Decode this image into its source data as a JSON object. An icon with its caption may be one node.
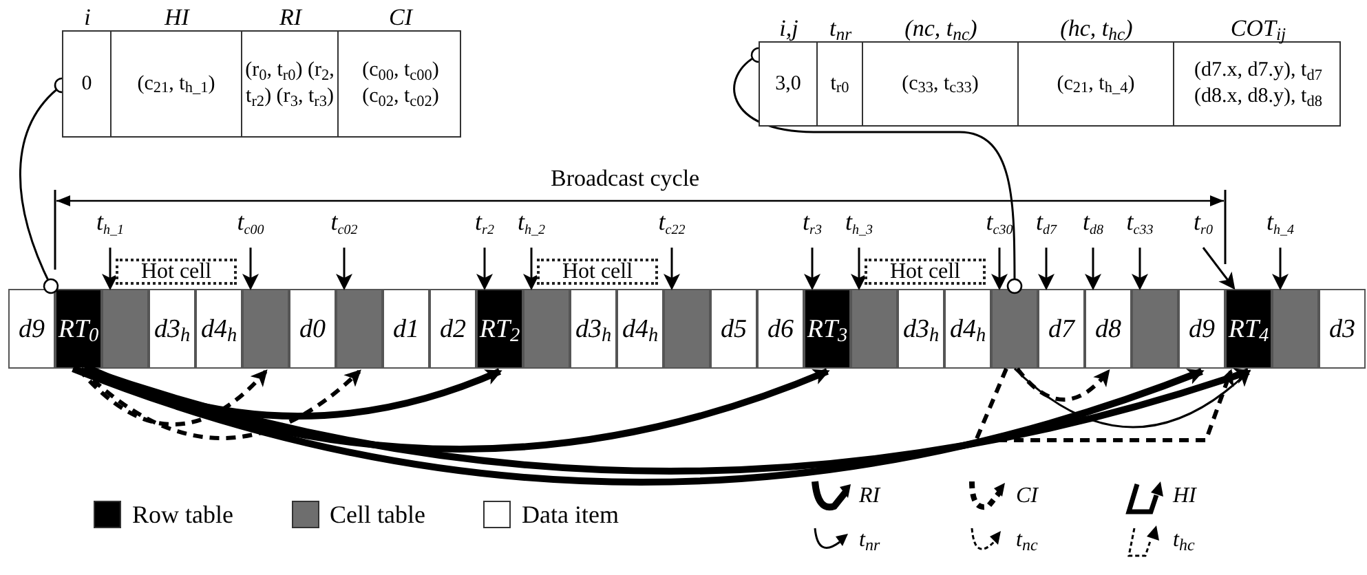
{
  "diagram": {
    "nodes": [
      {
        "text": [],
        "shape": "box"
      },
      {
        "text": [
          "i",
          "0"
        ],
        "in": 0
      },
      {
        "text": [
          "HI",
          "(c$_{21}$, t$_{h_1}$)"
        ],
        "in": 0
      },
      {
        "text": [
          "RI",
          "(r$_{0}$, t$_{r0}$) (r$_{2}$, t$_{r2}$) (r$_{3}$, t$_{r3}$)"
        ],
        "in": 0
      },
      {
        "text": [
          "CI",
          "(c$_{00}$, t$_{c00}$) (c$_{02}$, t$_{c02}$)"
        ],
        "in": 0
      },
      {
        "text": [],
        "shape": "box"
      },
      {
        "text": [
          "i,j",
          "3,0"
        ],
        "in": 5
      },
      {
        "text": [
          "t$_{nr}$",
          "t$_{r0}$"
        ],
        "in": 5
      },
      {
        "text": [
          "(nc, t$_{nc}$)",
          "(c$_{33}$, t$_{c33}$)"
        ],
        "in": 5
      },
      {
        "text": [
          "(hc, t$_{hc}$)",
          "(c$_{21}$, t$_{h_4}$)"
        ],
        "in": 5
      },
      {
        "text": [
          "COT$_{ij}$",
          "(d7.x, d7.y), t$_{d7}$ (d8.x, d8.y), t$_{d8}$"
        ],
        "in": 5
      },
      {
        "text": [
          "Hot cell"
        ]
      },
      {
        "text": [
          "Hot cell"
        ]
      },
      {
        "text": [
          "Hot cell"
        ]
      },
      {
        "text": [
          "t$_{h_1}$"
        ]
      },
      {
        "text": [
          "t$_{c00}$"
        ]
      },
      {
        "text": [
          "t$_{c02}$"
        ]
      },
      {
        "text": [
          "t$_{r2}$"
        ]
      },
      {
        "text": [
          "t$_{h_2}$"
        ]
      },
      {
        "text": [
          "t$_{c22}$"
        ]
      },
      {
        "text": [
          "t$_{r3}$"
        ]
      },
      {
        "text": [
          "t$_{h_3}$"
        ]
      },
      {
        "text": [
          "t$_{c30}$"
        ]
      },
      {
        "text": [
          "t$_{d7}$"
        ]
      },
      {
        "text": [
          "t$_{d8}$"
        ]
      },
      {
        "text": [
          "t$_{c33}$"
        ]
      },
      {
        "text": [
          "t$_{r0}$"
        ]
      },
      {
        "text": [
          "t$_{h_4}$"
        ]
      },
      {
        "text": [
          "d9"
        ]
      },
      {
        "text": [
          "RT$_{0}$"
        ]
      },
      {
        "text": [],
        "shape": "box"
      },
      {
        "text": [
          "d3$_{h}$"
        ]
      },
      {
        "text": [
          "d4$_{h}$"
        ]
      },
      {
        "text": [],
        "shape": "box"
      },
      {
        "text": [
          "d0"
        ]
      },
      {
        "text": [],
        "shape": "box"
      },
      {
        "text": [
          "d1"
        ]
      },
      {
        "text": [
          "d2"
        ]
      },
      {
        "text": [
          "RT$_{2}$"
        ]
      },
      {
        "text": [],
        "shape": "box"
      },
      {
        "text": [
          "d3$_{h}$"
        ]
      },
      {
        "text": [
          "d4$_{h}$"
        ]
      },
      {
        "text": [],
        "shape": "box"
      },
      {
        "text": [
          "d5"
        ]
      },
      {
        "text": [
          "d6"
        ]
      },
      {
        "text": [
          "RT$_{3}$"
        ]
      },
      {
        "text": [],
        "shape": "box"
      },
      {
        "text": [
          "d3$_{h}$"
        ]
      },
      {
        "text": [
          "d4$_{h}$"
        ]
      },
      {
        "text": [],
        "shape": "box"
      },
      {
        "text": [
          "d7"
        ]
      },
      {
        "text": [
          "d8"
        ]
      },
      {
        "text": [],
        "shape": "box"
      },
      {
        "text": [
          "d9"
        ]
      },
      {
        "text": [
          "RT$_{4}$"
        ]
      },
      {
        "text": [],
        "shape": "box"
      },
      {
        "text": [
          "d3"
        ]
      }
    ],
    "edges": [
      {
        "from": 0,
        "to": 28,
        "arrow": "other"
      },
      {
        "from": 5,
        "to": 49,
        "arrow": "other"
      },
      {
        "from": 14,
        "to": 30,
        "arrow": "to"
      },
      {
        "from": 15,
        "to": 33,
        "arrow": "to"
      },
      {
        "from": 16,
        "to": 35,
        "arrow": "to"
      },
      {
        "from": 17,
        "to": 38,
        "arrow": "to"
      },
      {
        "from": 18,
        "to": 39,
        "arrow": "to"
      },
      {
        "from": 19,
        "to": 42,
        "arrow": "to"
      },
      {
        "from": 20,
        "to": 45,
        "arrow": "to"
      },
      {
        "from": 21,
        "to": 46,
        "arrow": "to"
      },
      {
        "from": 22,
        "to": 49,
        "arrow": "to"
      },
      {
        "from": 23,
        "to": 50,
        "arrow": "to"
      },
      {
        "from": 24,
        "to": 51,
        "arrow": "to"
      },
      {
        "from": 25,
        "to": 52,
        "arrow": "to"
      },
      {
        "from": 26,
        "to": 54,
        "arrow": "to"
      },
      {
        "from": 27,
        "to": 55,
        "arrow": "to"
      },
      {
        "from": 29,
        "to": 38,
        "arrow": "to",
        "style": "thick"
      },
      {
        "from": 29,
        "to": 45,
        "arrow": "to",
        "style": "thick"
      },
      {
        "from": 29,
        "to": 54,
        "arrow": "to",
        "style": "thick"
      },
      {
        "from": 29,
        "to": 33,
        "arrow": "to",
        "style": "dashed"
      },
      {
        "from": 29,
        "to": 35,
        "arrow": "to",
        "style": "dashed"
      },
      {
        "from": 29,
        "to": 53,
        "arrow": "to",
        "style": "thick"
      },
      {
        "from": 49,
        "to": 54,
        "arrow": "to"
      },
      {
        "from": 49,
        "to": 51,
        "arrow": "to",
        "style": "dashed"
      },
      {
        "from": 49,
        "to": 54,
        "arrow": "to",
        "style": "dashed"
      }
    ],
    "labels": [
      "Broadcast cycle"
    ],
    "legend": [
      {
        "text": "Row table",
        "color": "#000000"
      },
      {
        "text": "Cell table",
        "color": "#6e6e6e"
      },
      {
        "text": "Data item",
        "color": "#ffffff"
      },
      {
        "text": "RI"
      },
      {
        "text": "CI"
      },
      {
        "text": "HI"
      },
      {
        "text": "t$_{nr}$"
      },
      {
        "text": "t$_{nc}$"
      },
      {
        "text": "t$_{hc}$"
      }
    ]
  }
}
